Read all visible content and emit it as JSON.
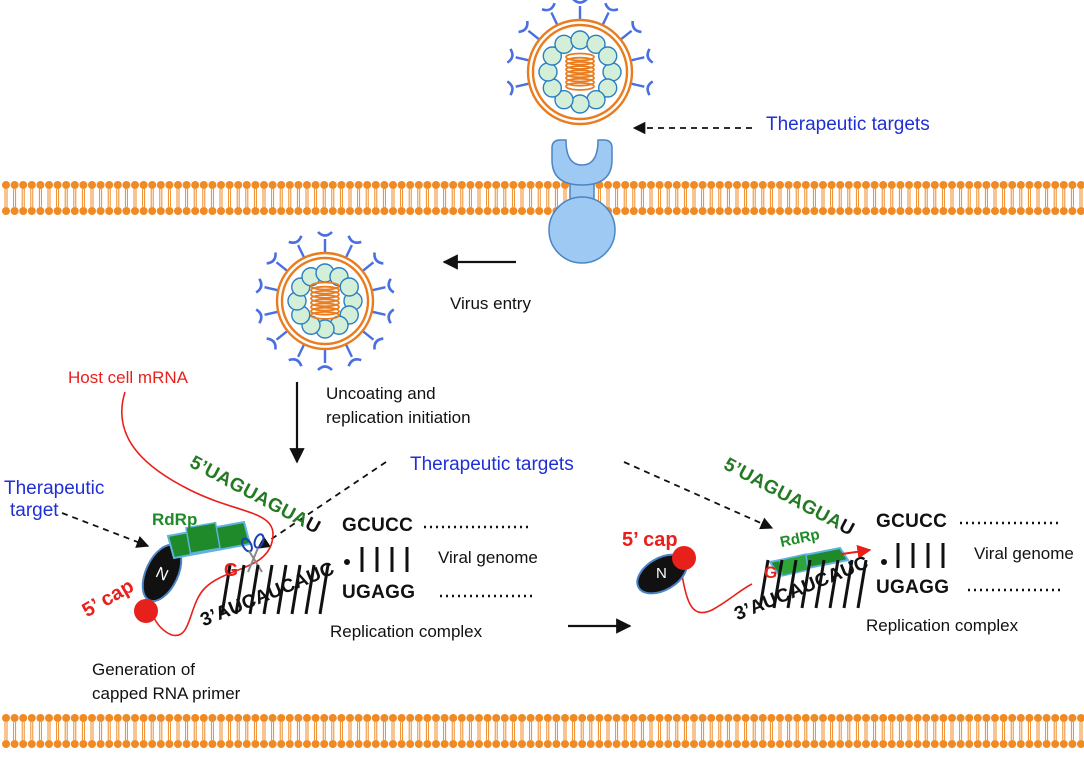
{
  "labels": {
    "therapeutic_targets_top": "Therapeutic targets",
    "virus_entry": "Virus entry",
    "host_cell_mrna": "Host cell mRNA",
    "uncoating_line1": "Uncoating and",
    "uncoating_line2": "replication initiation",
    "therapeutic_targets_mid": "Therapeutic targets",
    "therapeutic_target_left_line1": "Therapeutic",
    "therapeutic_target_left_line2": "target",
    "rdrp": "RdRp",
    "n_protein": "N",
    "cap_5": "5’ cap",
    "g_nucleotide": "G",
    "viral_genome": "Viral genome",
    "replication_complex": "Replication complex",
    "generation_line1": "Generation of",
    "generation_line2": "capped RNA primer"
  },
  "sequences": {
    "five_prime_main": "5’UAGUAGUA",
    "five_prime_u": "U",
    "gcucc": "GCUCC",
    "three_prime": "3’AUCAUCAUC",
    "ugagg": "UGAGG"
  },
  "colors": {
    "membrane": "#f08a24",
    "virus_shell": "#e87c1e",
    "spike": "#4a6fe0",
    "capsomer": "#d4efd8",
    "receptor": "#9dc9f2",
    "rdrp": "#1f8a2a",
    "red": "#e8201b",
    "blue_text": "#1f2fd6",
    "green_text": "#237a23"
  }
}
